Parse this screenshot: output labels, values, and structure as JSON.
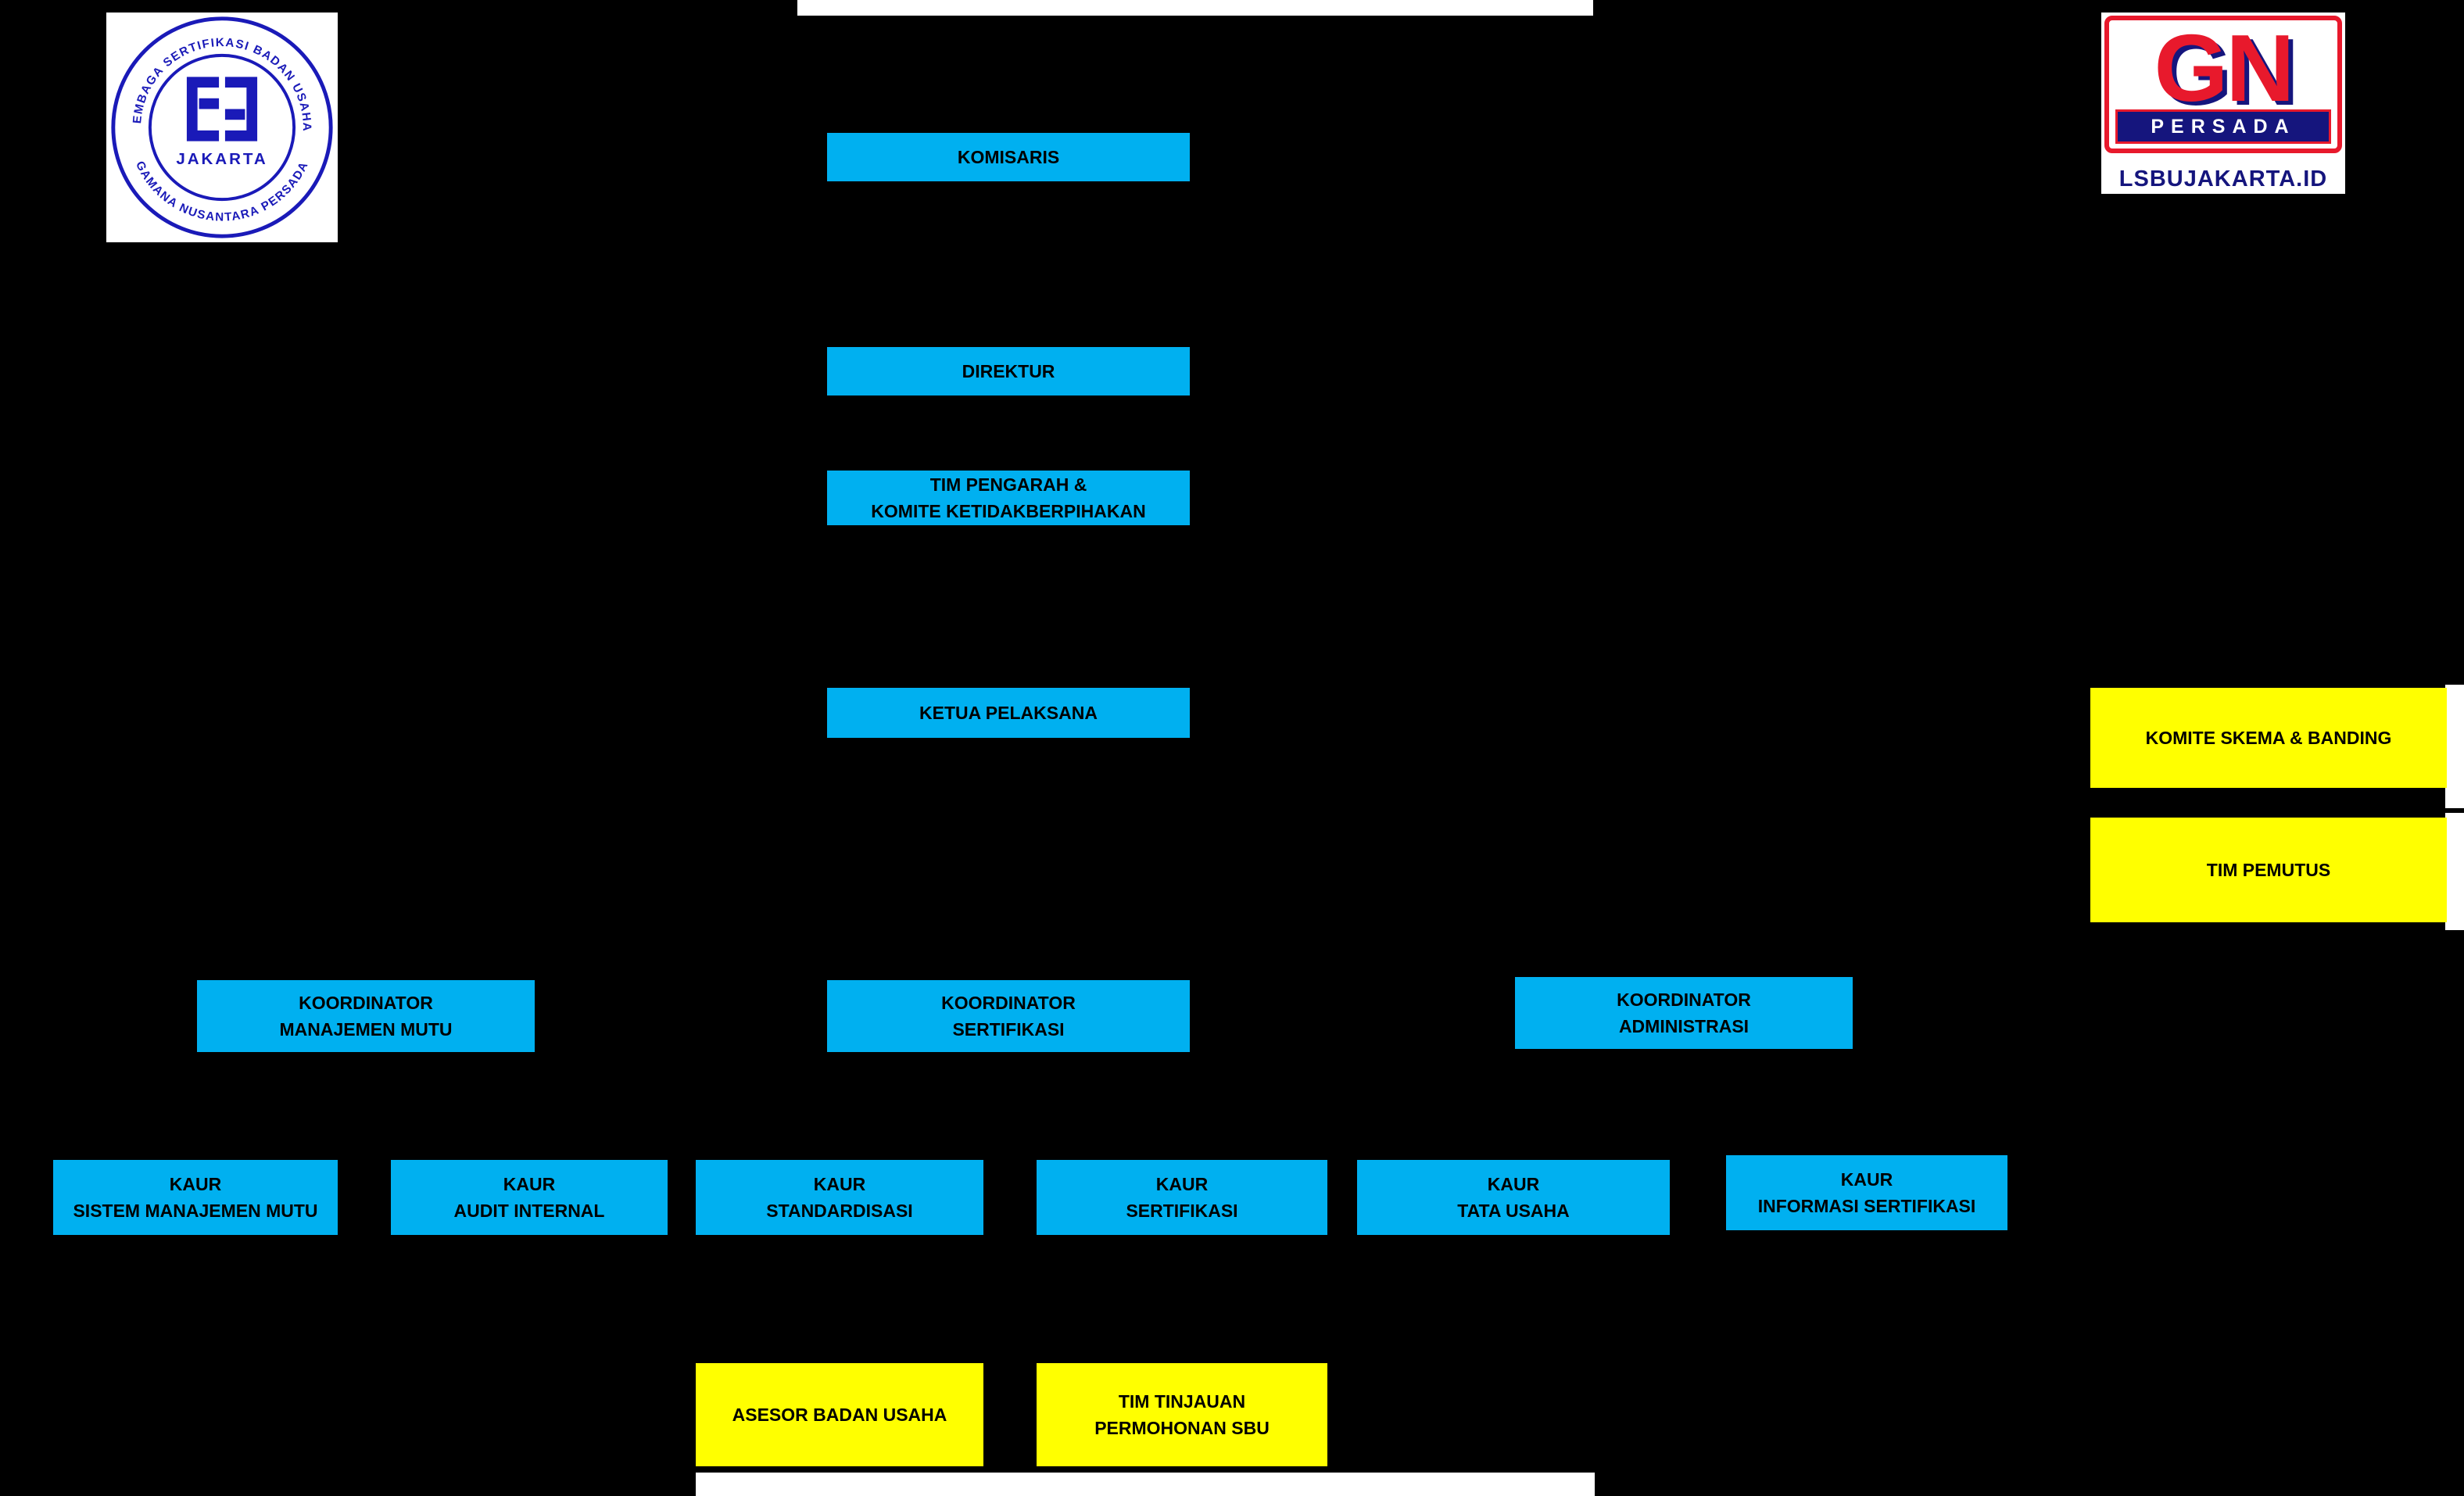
{
  "colors": {
    "background": "#000000",
    "box_blue": "#00B0F0",
    "box_yellow": "#FFFF00",
    "seal_blue": "#1A1AB8",
    "logo_red": "#E8192C",
    "logo_navy": "#15157D"
  },
  "left_seal": {
    "ring_top": "LEMBAGA SERTIFIKASI BADAN USAHA",
    "ring_bottom": "GAMANA NUSANTARA PERSADA",
    "city": "JAKARTA"
  },
  "right_logo": {
    "monogram": "GN",
    "banner": "PERSADA",
    "website": "LSBUJAKARTA.ID"
  },
  "org": {
    "komisaris": "KOMISARIS",
    "direktur": "DIREKTUR",
    "tim_pengarah": {
      "line1": "TIM PENGARAH &",
      "line2": "KOMITE KETIDAKBERPIHAKAN"
    },
    "ketua_pelaksana": "KETUA PELAKSANA",
    "komite_skema_banding": "KOMITE SKEMA & BANDING",
    "tim_pemutus": "TIM PEMUTUS",
    "koordinator": [
      {
        "line1": "KOORDINATOR",
        "line2": "MANAJEMEN MUTU"
      },
      {
        "line1": "KOORDINATOR",
        "line2": "SERTIFIKASI"
      },
      {
        "line1": "KOORDINATOR",
        "line2": "ADMINISTRASI"
      }
    ],
    "kaur": [
      {
        "line1": "KAUR",
        "line2": "SISTEM MANAJEMEN MUTU"
      },
      {
        "line1": "KAUR",
        "line2": "AUDIT INTERNAL"
      },
      {
        "line1": "KAUR",
        "line2": "STANDARDISASI"
      },
      {
        "line1": "KAUR",
        "line2": "SERTIFIKASI"
      },
      {
        "line1": "KAUR",
        "line2": "TATA USAHA"
      },
      {
        "line1": "KAUR",
        "line2": "INFORMASI SERTIFIKASI"
      }
    ],
    "asesor": "ASESOR BADAN USAHA",
    "tim_tinjauan": {
      "line1": "TIM TINJAUAN",
      "line2": "PERMOHONAN SBU"
    }
  }
}
